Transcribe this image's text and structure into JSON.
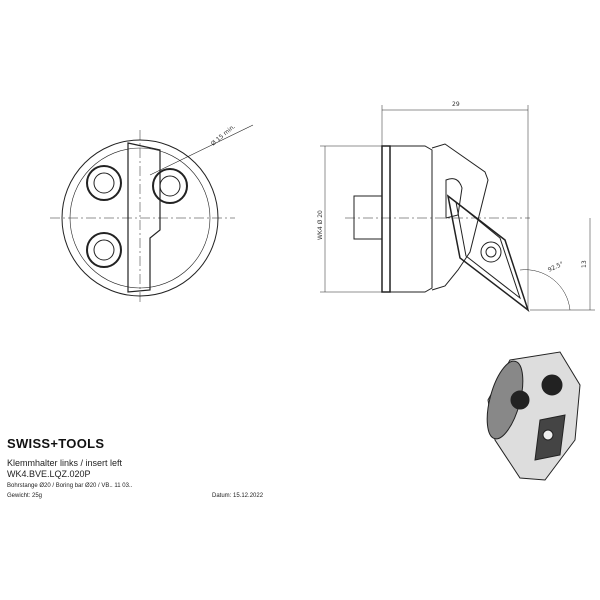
{
  "title_block": {
    "brand": "SWISS+TOOLS",
    "description": "Klemmhalter links / insert left",
    "part_number": "WK4.BVE.LQZ.020P",
    "bar_info": "Bohrstange Ø20 / Boring bar Ø20 / VB.. 11 03..",
    "weight": "Gewicht: 25g",
    "date": "Datum: 15.12.2022"
  },
  "dimensions": {
    "front_diameter": "Ø 15 min.",
    "length": "29",
    "body_diameter": "WK4 Ø 20",
    "height": "13",
    "angle": "92.5°"
  }
}
